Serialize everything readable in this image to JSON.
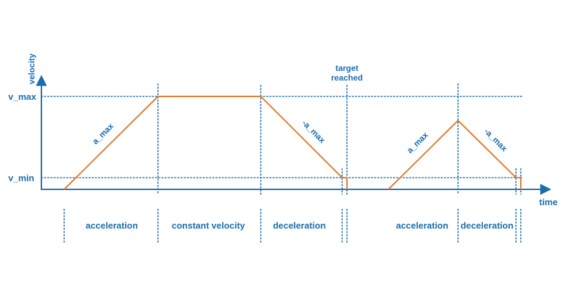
{
  "axes": {
    "y_label": "velocity",
    "x_label": "time",
    "v_max_label": "v_max",
    "v_min_label": "v_min"
  },
  "marker": {
    "line1": "target",
    "line2": "reached"
  },
  "slopes": {
    "accel1": "a_max",
    "decel1": "-a_max",
    "accel2": "a_max",
    "decel2": "-a_max"
  },
  "phases": {
    "p1": "acceleration",
    "p2": "constant velocity",
    "p3": "deceleration",
    "p4": "acceleration",
    "p5": "deceleration"
  },
  "colors": {
    "axis": "#1a6db0",
    "profile": "#e07a2c"
  }
}
